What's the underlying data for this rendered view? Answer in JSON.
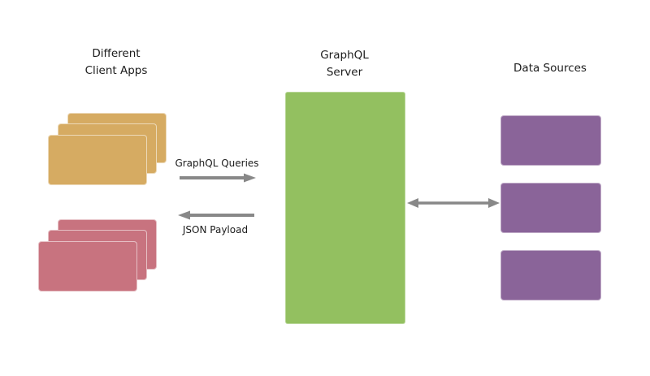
{
  "colors": {
    "background": "#ffffff",
    "text": "#1c1c1c",
    "arrow": "#888888",
    "client_app_gold": "#d6ab62",
    "client_app_rose": "#c8737f",
    "server_green": "#93c060",
    "data_source_purple": "#8a6499"
  },
  "groups": {
    "clients": {
      "title_line1": "Different",
      "title_line2": "Client Apps",
      "gold_stack_count": 3,
      "rose_stack_count": 3
    },
    "server": {
      "title_line1": "GraphQL",
      "title_line2": "Server"
    },
    "data_sources": {
      "title": "Data Sources",
      "count": 3
    }
  },
  "arrows": {
    "queries": {
      "label": "GraphQL Queries",
      "direction": "right"
    },
    "payload": {
      "label": "JSON Payload",
      "direction": "left"
    },
    "server_to_datasources": {
      "direction": "both"
    }
  }
}
